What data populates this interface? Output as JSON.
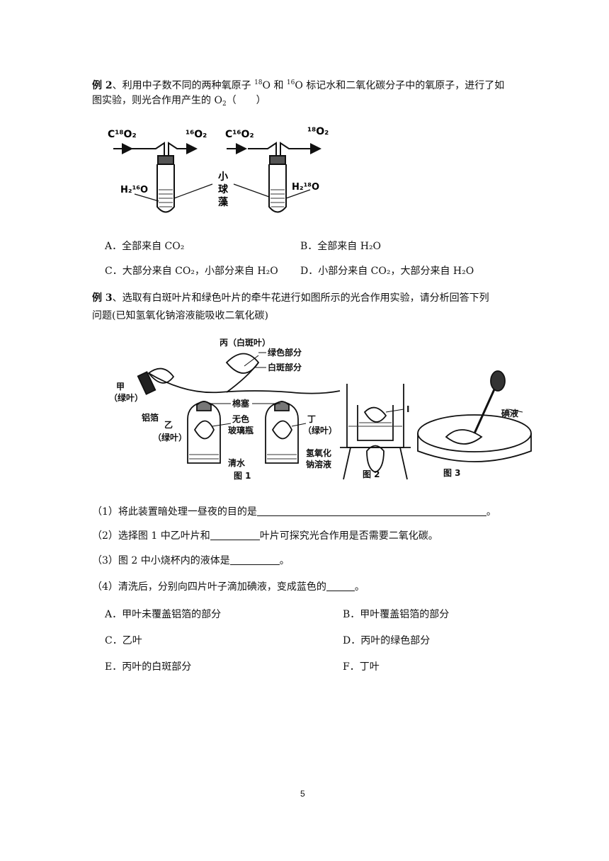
{
  "ex2": {
    "label": "例 2",
    "line1_a": "、利用中子数不同的两种氧原子",
    "iso18": "18",
    "o_letter": "O",
    "line1_b": "和",
    "iso16": "16",
    "line1_c": "标记水和二氧化碳分子中的氧原子，进行了如",
    "line2_a": "图实验，则光合作用产生的 O",
    "line2_sub": "2",
    "line2_b": "（　　）",
    "figure": {
      "left_in": "C¹⁸O₂",
      "left_out": "¹⁶O₂",
      "right_in": "C¹⁶O₂",
      "right_out": "¹⁸O₂",
      "left_water": "H₂¹⁶O",
      "right_water": "H₂¹⁸O",
      "algae_1": "小",
      "algae_2": "球",
      "algae_3": "藻"
    },
    "options": [
      {
        "text": "A．全部来自 CO₂"
      },
      {
        "text": "B．全部来自 H₂O"
      },
      {
        "text": "C．大部分来自 CO₂，小部分来自 H₂O"
      },
      {
        "text": "D．小部分来自 CO₂，大部分来自 H₂O"
      }
    ]
  },
  "ex3": {
    "label": "例 3",
    "line1": "、选取有白斑叶片和绿色叶片的牵牛花进行如图所示的光合作用实验，请分析回答下列",
    "line2": "问题(已知氢氧化钠溶液能吸收二氧化碳)",
    "figure": {
      "bing": "丙（白斑叶）",
      "green_part": "绿色部分",
      "white_part": "白斑部分",
      "jia_1": "甲",
      "jia_2": "（绿叶）",
      "foil": "铝箔",
      "cotton": "棉塞",
      "yi_1": "乙",
      "yi_2": "（绿叶）",
      "glass_1": "无色",
      "glass_2": "玻璃瓶",
      "ding_1": "丁",
      "ding_2": "（绿叶）",
      "water": "清水",
      "naoh_1": "氢氧化",
      "naoh_2": "钠溶液",
      "fig1": "图 1",
      "fig2": "图 2",
      "fig3": "图 3",
      "mark_I": "I",
      "iodine": "碘液"
    },
    "questions": [
      {
        "text": "（1）将此装置暗处理一昼夜的目的是",
        "after": "。"
      },
      {
        "text": "（2）选择图 1 中乙叶片和",
        "after": "叶片可探究光合作用是否需要二氧化碳。"
      },
      {
        "text": "（3）图 2 中小烧杯内的液体是",
        "after": "。"
      },
      {
        "text": "（4）清洗后，分别向四片叶子滴加碘液，变成蓝色的",
        "after": "。"
      }
    ],
    "options": [
      {
        "text": "A．甲叶未覆盖铝箔的部分"
      },
      {
        "text": "B．甲叶覆盖铝箔的部分"
      },
      {
        "text": "C．乙叶"
      },
      {
        "text": "D．丙叶的绿色部分"
      },
      {
        "text": "E．丙叶的白斑部分"
      },
      {
        "text": "F．丁叶"
      }
    ]
  },
  "page_number": "5"
}
